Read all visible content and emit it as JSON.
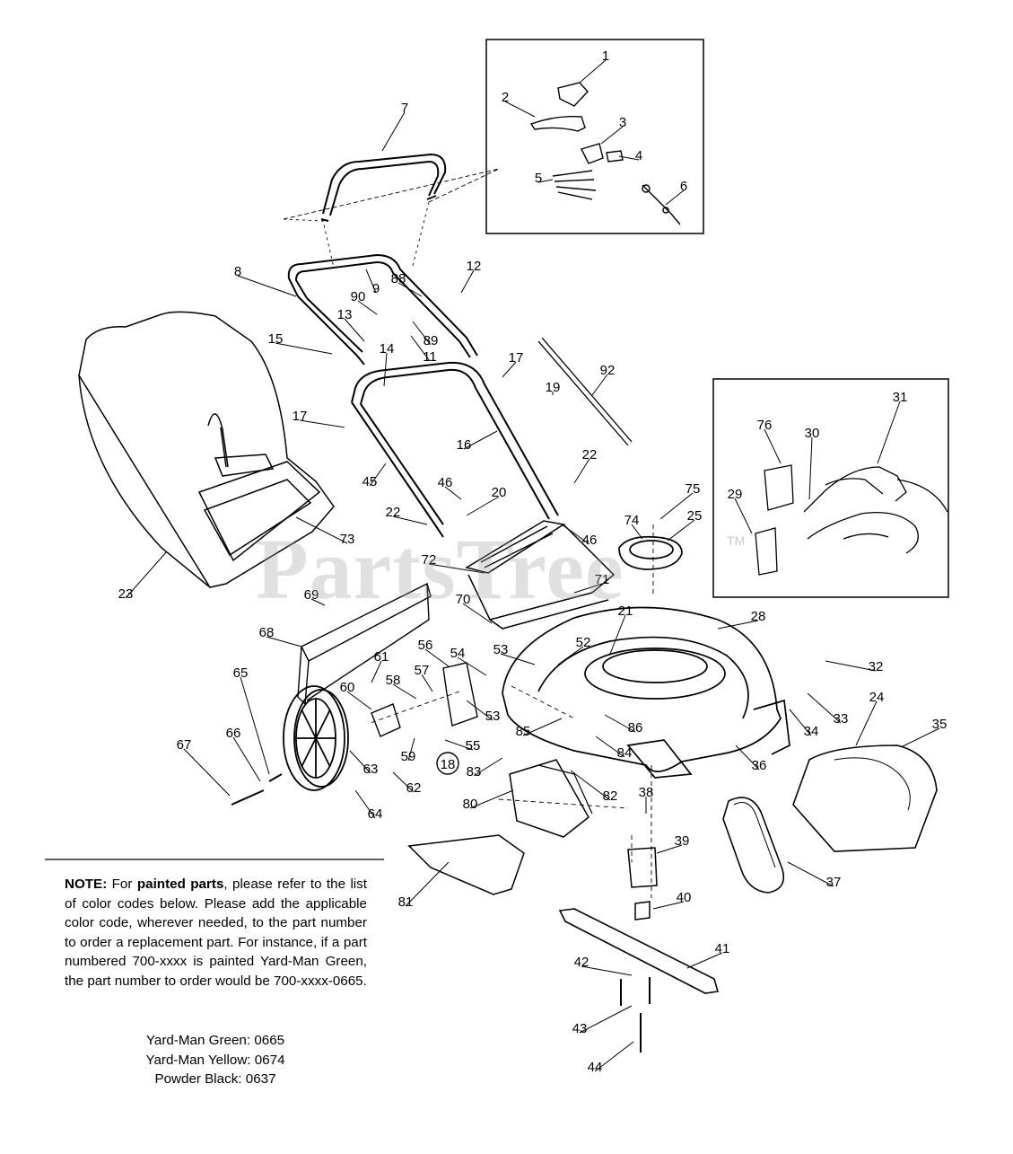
{
  "watermark": "PartsTree",
  "trademark": "TM",
  "note": {
    "lead": "NOTE:",
    "t1": " For ",
    "bold": "painted parts",
    "t2": ", please refer to the list of color codes below.  Please add the applicable color code, wherever needed, to the part number to order a replacement part.  For instance, if a part numbered 700-xxxx is painted Yard-Man Green, the part number to order would be 700-xxxx-0665."
  },
  "color_codes": [
    "Yard-Man Green: 0665",
    "Yard-Man Yellow: 0674",
    "Powder Black: 0637"
  ],
  "callouts": [
    {
      "n": "1"
    },
    {
      "n": "2"
    },
    {
      "n": "3"
    },
    {
      "n": "4"
    },
    {
      "n": "5"
    },
    {
      "n": "6"
    },
    {
      "n": "7"
    },
    {
      "n": "8"
    },
    {
      "n": "9"
    },
    {
      "n": "90"
    },
    {
      "n": "88"
    },
    {
      "n": "12"
    },
    {
      "n": "13"
    },
    {
      "n": "89"
    },
    {
      "n": "11"
    },
    {
      "n": "15"
    },
    {
      "n": "14"
    },
    {
      "n": "17"
    },
    {
      "n": "17"
    },
    {
      "n": "92"
    },
    {
      "n": "19"
    },
    {
      "n": "16"
    },
    {
      "n": "22"
    },
    {
      "n": "45"
    },
    {
      "n": "46"
    },
    {
      "n": "20"
    },
    {
      "n": "22"
    },
    {
      "n": "46"
    },
    {
      "n": "73"
    },
    {
      "n": "23"
    },
    {
      "n": "75"
    },
    {
      "n": "74"
    },
    {
      "n": "25"
    },
    {
      "n": "72"
    },
    {
      "n": "71"
    },
    {
      "n": "69"
    },
    {
      "n": "70"
    },
    {
      "n": "21"
    },
    {
      "n": "28"
    },
    {
      "n": "68"
    },
    {
      "n": "56"
    },
    {
      "n": "54"
    },
    {
      "n": "53"
    },
    {
      "n": "52"
    },
    {
      "n": "61"
    },
    {
      "n": "57"
    },
    {
      "n": "58"
    },
    {
      "n": "60"
    },
    {
      "n": "53"
    },
    {
      "n": "65"
    },
    {
      "n": "55"
    },
    {
      "n": "85"
    },
    {
      "n": "86"
    },
    {
      "n": "84"
    },
    {
      "n": "67"
    },
    {
      "n": "66"
    },
    {
      "n": "63"
    },
    {
      "n": "59"
    },
    {
      "n": "18"
    },
    {
      "n": "83"
    },
    {
      "n": "62"
    },
    {
      "n": "82"
    },
    {
      "n": "64"
    },
    {
      "n": "80"
    },
    {
      "n": "38"
    },
    {
      "n": "36"
    },
    {
      "n": "32"
    },
    {
      "n": "33"
    },
    {
      "n": "34"
    },
    {
      "n": "24"
    },
    {
      "n": "35"
    },
    {
      "n": "39"
    },
    {
      "n": "37"
    },
    {
      "n": "81"
    },
    {
      "n": "40"
    },
    {
      "n": "41"
    },
    {
      "n": "42"
    },
    {
      "n": "43"
    },
    {
      "n": "44"
    },
    {
      "n": "31"
    },
    {
      "n": "76"
    },
    {
      "n": "30"
    },
    {
      "n": "29"
    }
  ]
}
